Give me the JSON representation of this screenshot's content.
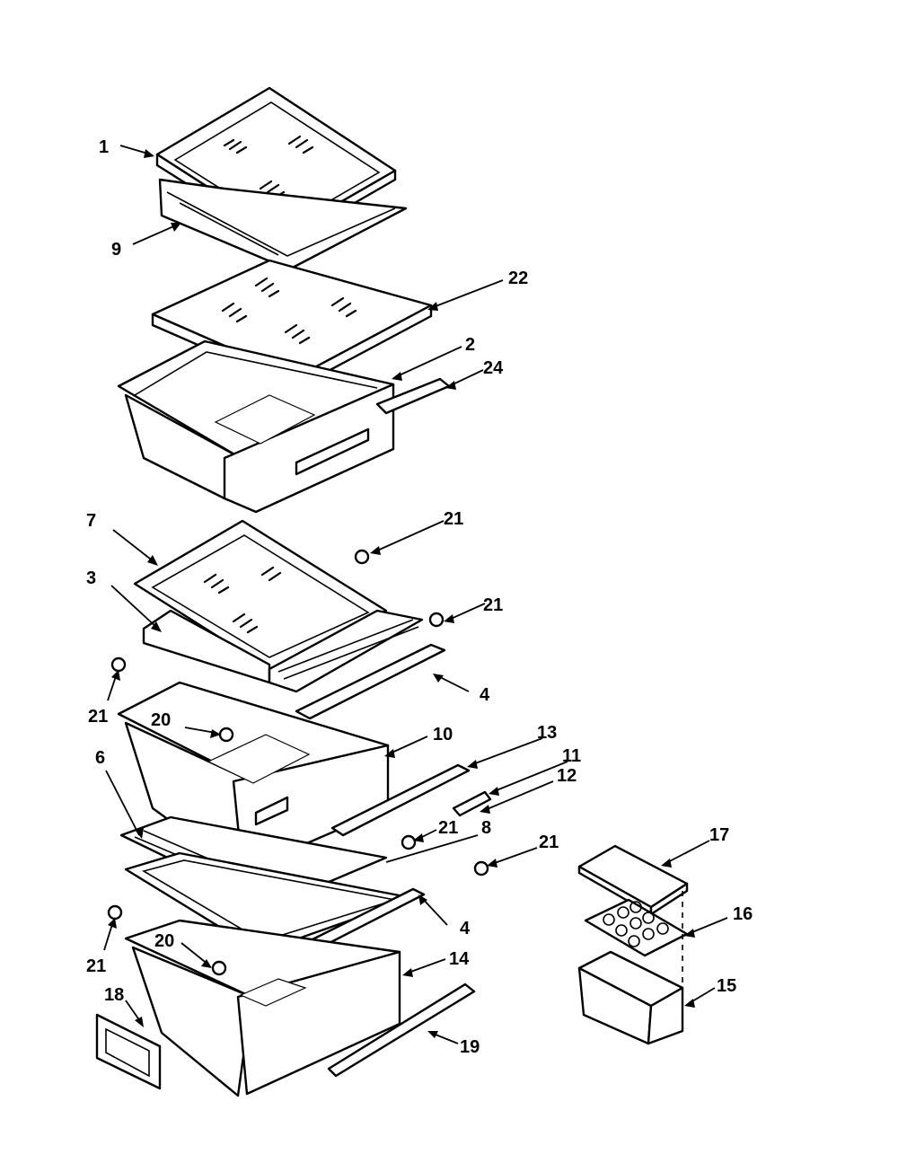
{
  "diagram": {
    "callouts": [
      {
        "id": "p1",
        "label": "1"
      },
      {
        "id": "p9",
        "label": "9"
      },
      {
        "id": "p22",
        "label": "22"
      },
      {
        "id": "p2",
        "label": "2"
      },
      {
        "id": "p24",
        "label": "24"
      },
      {
        "id": "p7",
        "label": "7"
      },
      {
        "id": "p21a",
        "label": "21"
      },
      {
        "id": "p3",
        "label": "3"
      },
      {
        "id": "p21b",
        "label": "21"
      },
      {
        "id": "p21c",
        "label": "21"
      },
      {
        "id": "p4a",
        "label": "4"
      },
      {
        "id": "p20a",
        "label": "20"
      },
      {
        "id": "p10",
        "label": "10"
      },
      {
        "id": "p13",
        "label": "13"
      },
      {
        "id": "p6",
        "label": "6"
      },
      {
        "id": "p11",
        "label": "11"
      },
      {
        "id": "p12",
        "label": "12"
      },
      {
        "id": "p21d",
        "label": "21"
      },
      {
        "id": "p8",
        "label": "8"
      },
      {
        "id": "p21e",
        "label": "21"
      },
      {
        "id": "p17",
        "label": "17"
      },
      {
        "id": "p4b",
        "label": "4"
      },
      {
        "id": "p16",
        "label": "16"
      },
      {
        "id": "p21f",
        "label": "21"
      },
      {
        "id": "p20b",
        "label": "20"
      },
      {
        "id": "p14",
        "label": "14"
      },
      {
        "id": "p15",
        "label": "15"
      },
      {
        "id": "p18",
        "label": "18"
      },
      {
        "id": "p19",
        "label": "19"
      }
    ]
  }
}
